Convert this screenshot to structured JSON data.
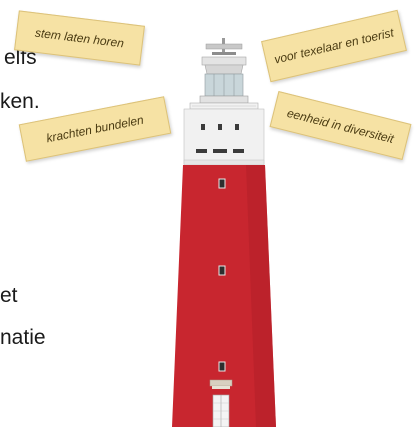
{
  "text_fragments": {
    "line1": "elfs",
    "line2": "ken.",
    "line3": "et",
    "line4": "natie"
  },
  "notes": {
    "note1": "stem laten horen",
    "note2": "krachten bundelen",
    "note3": "voor texelaar en toerist",
    "note4": "eenheid in diversiteit"
  },
  "colors": {
    "tower_red": "#c8262f",
    "note_yellow": "#f6e2a4"
  }
}
